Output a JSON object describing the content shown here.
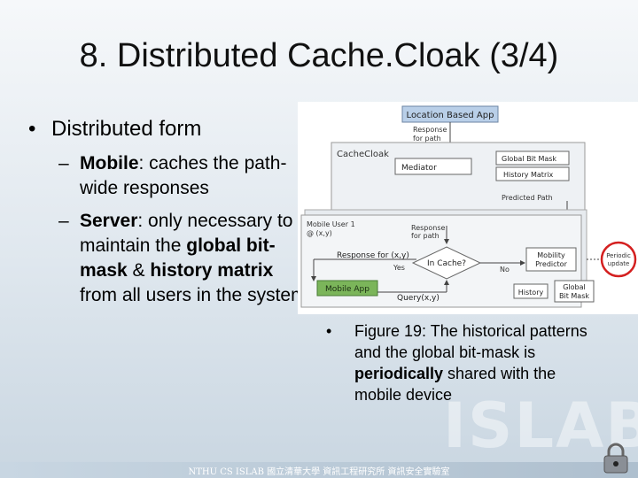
{
  "slide": {
    "title": "8. Distributed Cache.Cloak (3/4)",
    "bullet_main": "Distributed form",
    "bullet_glyph": "•",
    "dash_glyph": "–",
    "sub1": {
      "bold": "Mobile",
      "rest": ": caches the path-wide responses"
    },
    "sub2": {
      "bold1": "Server",
      "mid1": ": only necessary to maintain the ",
      "bold2": "global bit-mask",
      "mid2": " & ",
      "bold3": "history matrix",
      "end": " from all users in the system"
    },
    "caption": {
      "pre": "Figure 19: The historical patterns and the global bit-mask is ",
      "bold": "periodically",
      "post": " shared with the mobile device"
    },
    "footer": "NTHU CS ISLAB 國立清華大學 資訊工程研究所 資訊安全實驗室",
    "watermark": "ISLAB"
  },
  "diagram": {
    "location_based_app": "Location Based App",
    "response_for_path_top": "Response\nfor path",
    "cachecloak": "CacheCloak",
    "mediator": "Mediator",
    "global_bit_mask": "Global Bit Mask",
    "history_matrix": "History Matrix",
    "predicted_path": "Predicted Path",
    "mobile_user": "Mobile User 1\n@ (x,y)",
    "response_for_path_mid": "Response\nfor path",
    "response_for_xy": "Response for (x,y)",
    "yes": "Yes",
    "in_cache": "In Cache?",
    "no": "No",
    "mobility_predictor": "Mobility\nPredictor",
    "periodic_update": "Periodic\nupdate",
    "mobile_app": "Mobile App",
    "query": "Query(x,y)",
    "history": "History",
    "global_bit_mask_small": "Global\nBit Mask"
  },
  "colors": {
    "mobile_app_fill": "#7bb55a",
    "location_app_fill": "#b9cfe8",
    "periodic_circle": "#d42020"
  }
}
